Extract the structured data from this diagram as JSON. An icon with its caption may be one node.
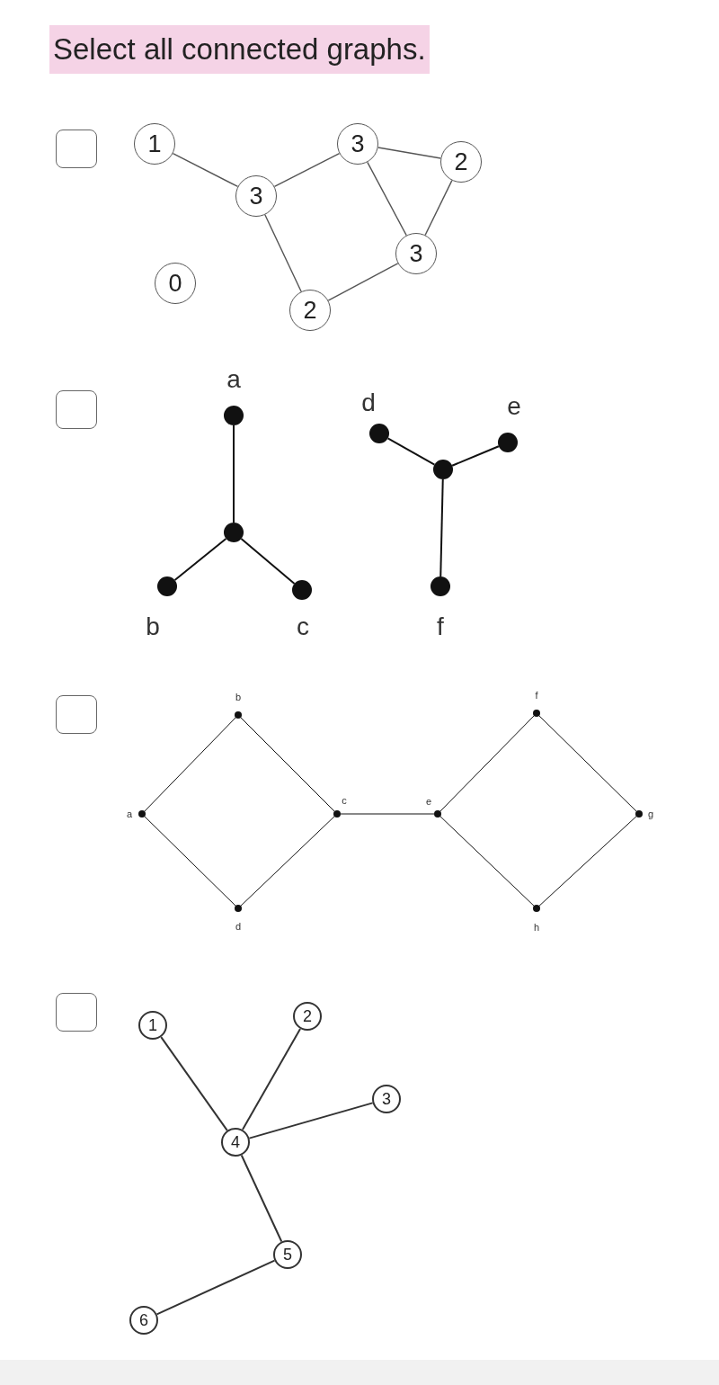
{
  "diagram": {
    "title": "Select all connected graphs.",
    "nodes": [
      {
        "text": [
          "1"
        ]
      },
      {
        "text": [
          "3"
        ]
      },
      {
        "text": [
          "2"
        ]
      },
      {
        "text": [
          "3"
        ]
      },
      {
        "text": [
          "3"
        ]
      },
      {
        "text": [
          "0"
        ]
      },
      {
        "text": [
          "2"
        ]
      },
      {
        "text": [
          "a"
        ]
      },
      {
        "text": [
          "d"
        ]
      },
      {
        "text": [
          "e"
        ]
      },
      {
        "text": [],
        "shape": "circle"
      },
      {
        "text": [],
        "shape": "circle"
      },
      {
        "text": [
          "b"
        ]
      },
      {
        "text": [
          "f"
        ]
      },
      {
        "text": [
          "c"
        ]
      },
      {
        "text": [
          "b"
        ]
      },
      {
        "text": [
          "f"
        ]
      },
      {
        "text": [
          "a"
        ]
      },
      {
        "text": [
          "c"
        ]
      },
      {
        "text": [
          "e"
        ]
      },
      {
        "text": [
          "g"
        ]
      },
      {
        "text": [
          "d"
        ]
      },
      {
        "text": [
          "h"
        ]
      },
      {
        "text": [
          "2"
        ]
      },
      {
        "text": [
          "1"
        ]
      },
      {
        "text": [
          "3"
        ]
      },
      {
        "text": [
          "4"
        ]
      },
      {
        "text": [
          "5"
        ]
      },
      {
        "text": [
          "6"
        ]
      }
    ],
    "edges": [
      {
        "from": 0,
        "to": 3,
        "arrow": "none"
      },
      {
        "from": 3,
        "to": 1,
        "arrow": "none"
      },
      {
        "from": 1,
        "to": 2,
        "arrow": "none"
      },
      {
        "from": 1,
        "to": 4,
        "arrow": "none"
      },
      {
        "from": 2,
        "to": 4,
        "arrow": "none"
      },
      {
        "from": 3,
        "to": 6,
        "arrow": "none"
      },
      {
        "from": 6,
        "to": 4,
        "arrow": "none"
      },
      {
        "from": 7,
        "to": 11,
        "arrow": "none"
      },
      {
        "from": 11,
        "to": 12,
        "arrow": "none"
      },
      {
        "from": 11,
        "to": 14,
        "arrow": "none"
      },
      {
        "from": 8,
        "to": 10,
        "arrow": "none"
      },
      {
        "from": 9,
        "to": 10,
        "arrow": "none"
      },
      {
        "from": 10,
        "to": 13,
        "arrow": "none"
      },
      {
        "from": 17,
        "to": 15,
        "arrow": "none"
      },
      {
        "from": 15,
        "to": 18,
        "arrow": "none"
      },
      {
        "from": 18,
        "to": 21,
        "arrow": "none"
      },
      {
        "from": 21,
        "to": 17,
        "arrow": "none"
      },
      {
        "from": 18,
        "to": 19,
        "arrow": "none"
      },
      {
        "from": 19,
        "to": 16,
        "arrow": "none"
      },
      {
        "from": 16,
        "to": 20,
        "arrow": "none"
      },
      {
        "from": 20,
        "to": 22,
        "arrow": "none"
      },
      {
        "from": 22,
        "to": 19,
        "arrow": "none"
      },
      {
        "from": 24,
        "to": 26,
        "arrow": "none"
      },
      {
        "from": 23,
        "to": 26,
        "arrow": "none"
      },
      {
        "from": 25,
        "to": 26,
        "arrow": "none"
      },
      {
        "from": 26,
        "to": 27,
        "arrow": "none"
      },
      {
        "from": 27,
        "to": 28,
        "arrow": "none"
      }
    ]
  }
}
